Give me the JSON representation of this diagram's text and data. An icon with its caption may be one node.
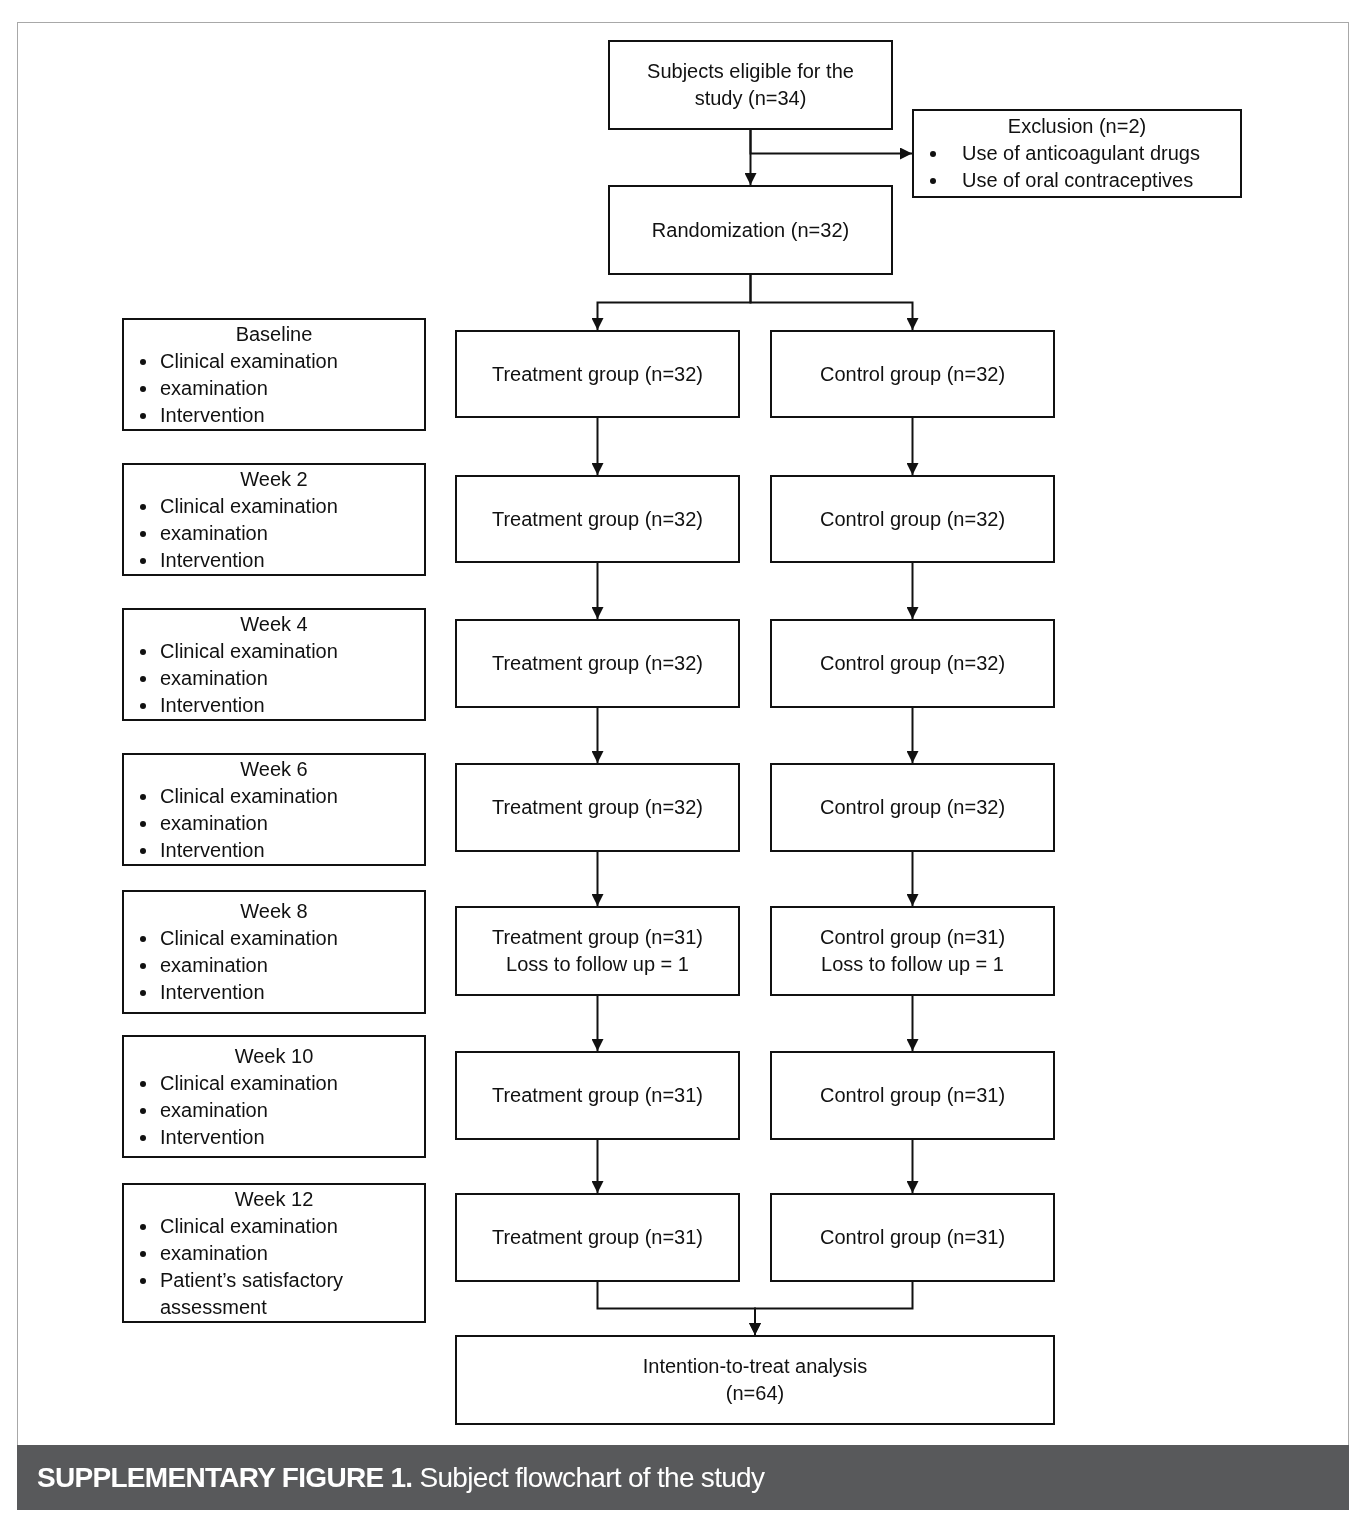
{
  "diagram": {
    "caption": "**SUPPLEMENTARY FIGURE 1.** Subject flowchart of the study",
    "nodes": [
      {
        "text": [
          "Subjects eligible for the study (n=34)"
        ]
      },
      {
        "text": [
          "Exclusion (n=2)",
          "Use of anticoagulant drugs",
          "Use of oral contraceptives"
        ]
      },
      {
        "text": [
          "Randomization (n=32)"
        ]
      },
      {
        "text": [
          "Baseline",
          "Clinical examination",
          "examination",
          "Intervention"
        ]
      },
      {
        "text": [
          "Treatment group (n=32)"
        ]
      },
      {
        "text": [
          "Control group (n=32)"
        ]
      },
      {
        "text": [
          "Week 2",
          "Clinical examination",
          "examination",
          "Intervention"
        ]
      },
      {
        "text": [
          "Treatment group (n=32)"
        ]
      },
      {
        "text": [
          "Control group (n=32)"
        ]
      },
      {
        "text": [
          "Week 4",
          "Clinical examination",
          "examination",
          "Intervention"
        ]
      },
      {
        "text": [
          "Treatment group (n=32)"
        ]
      },
      {
        "text": [
          "Control group (n=32)"
        ]
      },
      {
        "text": [
          "Week 6",
          "Clinical examination",
          "examination",
          "Intervention"
        ]
      },
      {
        "text": [
          "Treatment group (n=32)"
        ]
      },
      {
        "text": [
          "Control group (n=32)"
        ]
      },
      {
        "text": [
          "Week 8",
          "Clinical examination",
          "examination",
          "Intervention"
        ]
      },
      {
        "text": [
          "Treatment group (n=31)",
          "Loss to follow up = 1"
        ]
      },
      {
        "text": [
          "Control group (n=31)",
          "Loss to follow up = 1"
        ]
      },
      {
        "text": [
          "Week 10",
          "Clinical examination",
          "examination",
          "Intervention"
        ]
      },
      {
        "text": [
          "Treatment group (n=31)"
        ]
      },
      {
        "text": [
          "Control group (n=31)"
        ]
      },
      {
        "text": [
          "Week 12",
          "Clinical examination",
          "examination",
          "Patient’s satisfactory assessment"
        ]
      },
      {
        "text": [
          "Treatment group (n=31)"
        ]
      },
      {
        "text": [
          "Control group (n=31)"
        ]
      },
      {
        "text": [
          "Intention-to-treat analysis (n=64)"
        ]
      }
    ],
    "edges": [
      {
        "from": 0,
        "to": 2,
        "arrow": "to"
      },
      {
        "from": 0,
        "to": 1,
        "arrow": "to"
      },
      {
        "from": 2,
        "to": 4,
        "arrow": "to"
      },
      {
        "from": 2,
        "to": 5,
        "arrow": "to"
      },
      {
        "from": 4,
        "to": 7,
        "arrow": "to"
      },
      {
        "from": 5,
        "to": 8,
        "arrow": "to"
      },
      {
        "from": 7,
        "to": 10,
        "arrow": "to"
      },
      {
        "from": 8,
        "to": 11,
        "arrow": "to"
      },
      {
        "from": 10,
        "to": 13,
        "arrow": "to"
      },
      {
        "from": 11,
        "to": 14,
        "arrow": "to"
      },
      {
        "from": 13,
        "to": 16,
        "arrow": "to"
      },
      {
        "from": 14,
        "to": 17,
        "arrow": "to"
      },
      {
        "from": 16,
        "to": 19,
        "arrow": "to"
      },
      {
        "from": 17,
        "to": 20,
        "arrow": "to"
      },
      {
        "from": 19,
        "to": 22,
        "arrow": "to"
      },
      {
        "from": 20,
        "to": 23,
        "arrow": "to"
      },
      {
        "from": 22,
        "to": 24,
        "arrow": "to"
      },
      {
        "from": 23,
        "to": 24,
        "arrow": "to"
      }
    ]
  }
}
